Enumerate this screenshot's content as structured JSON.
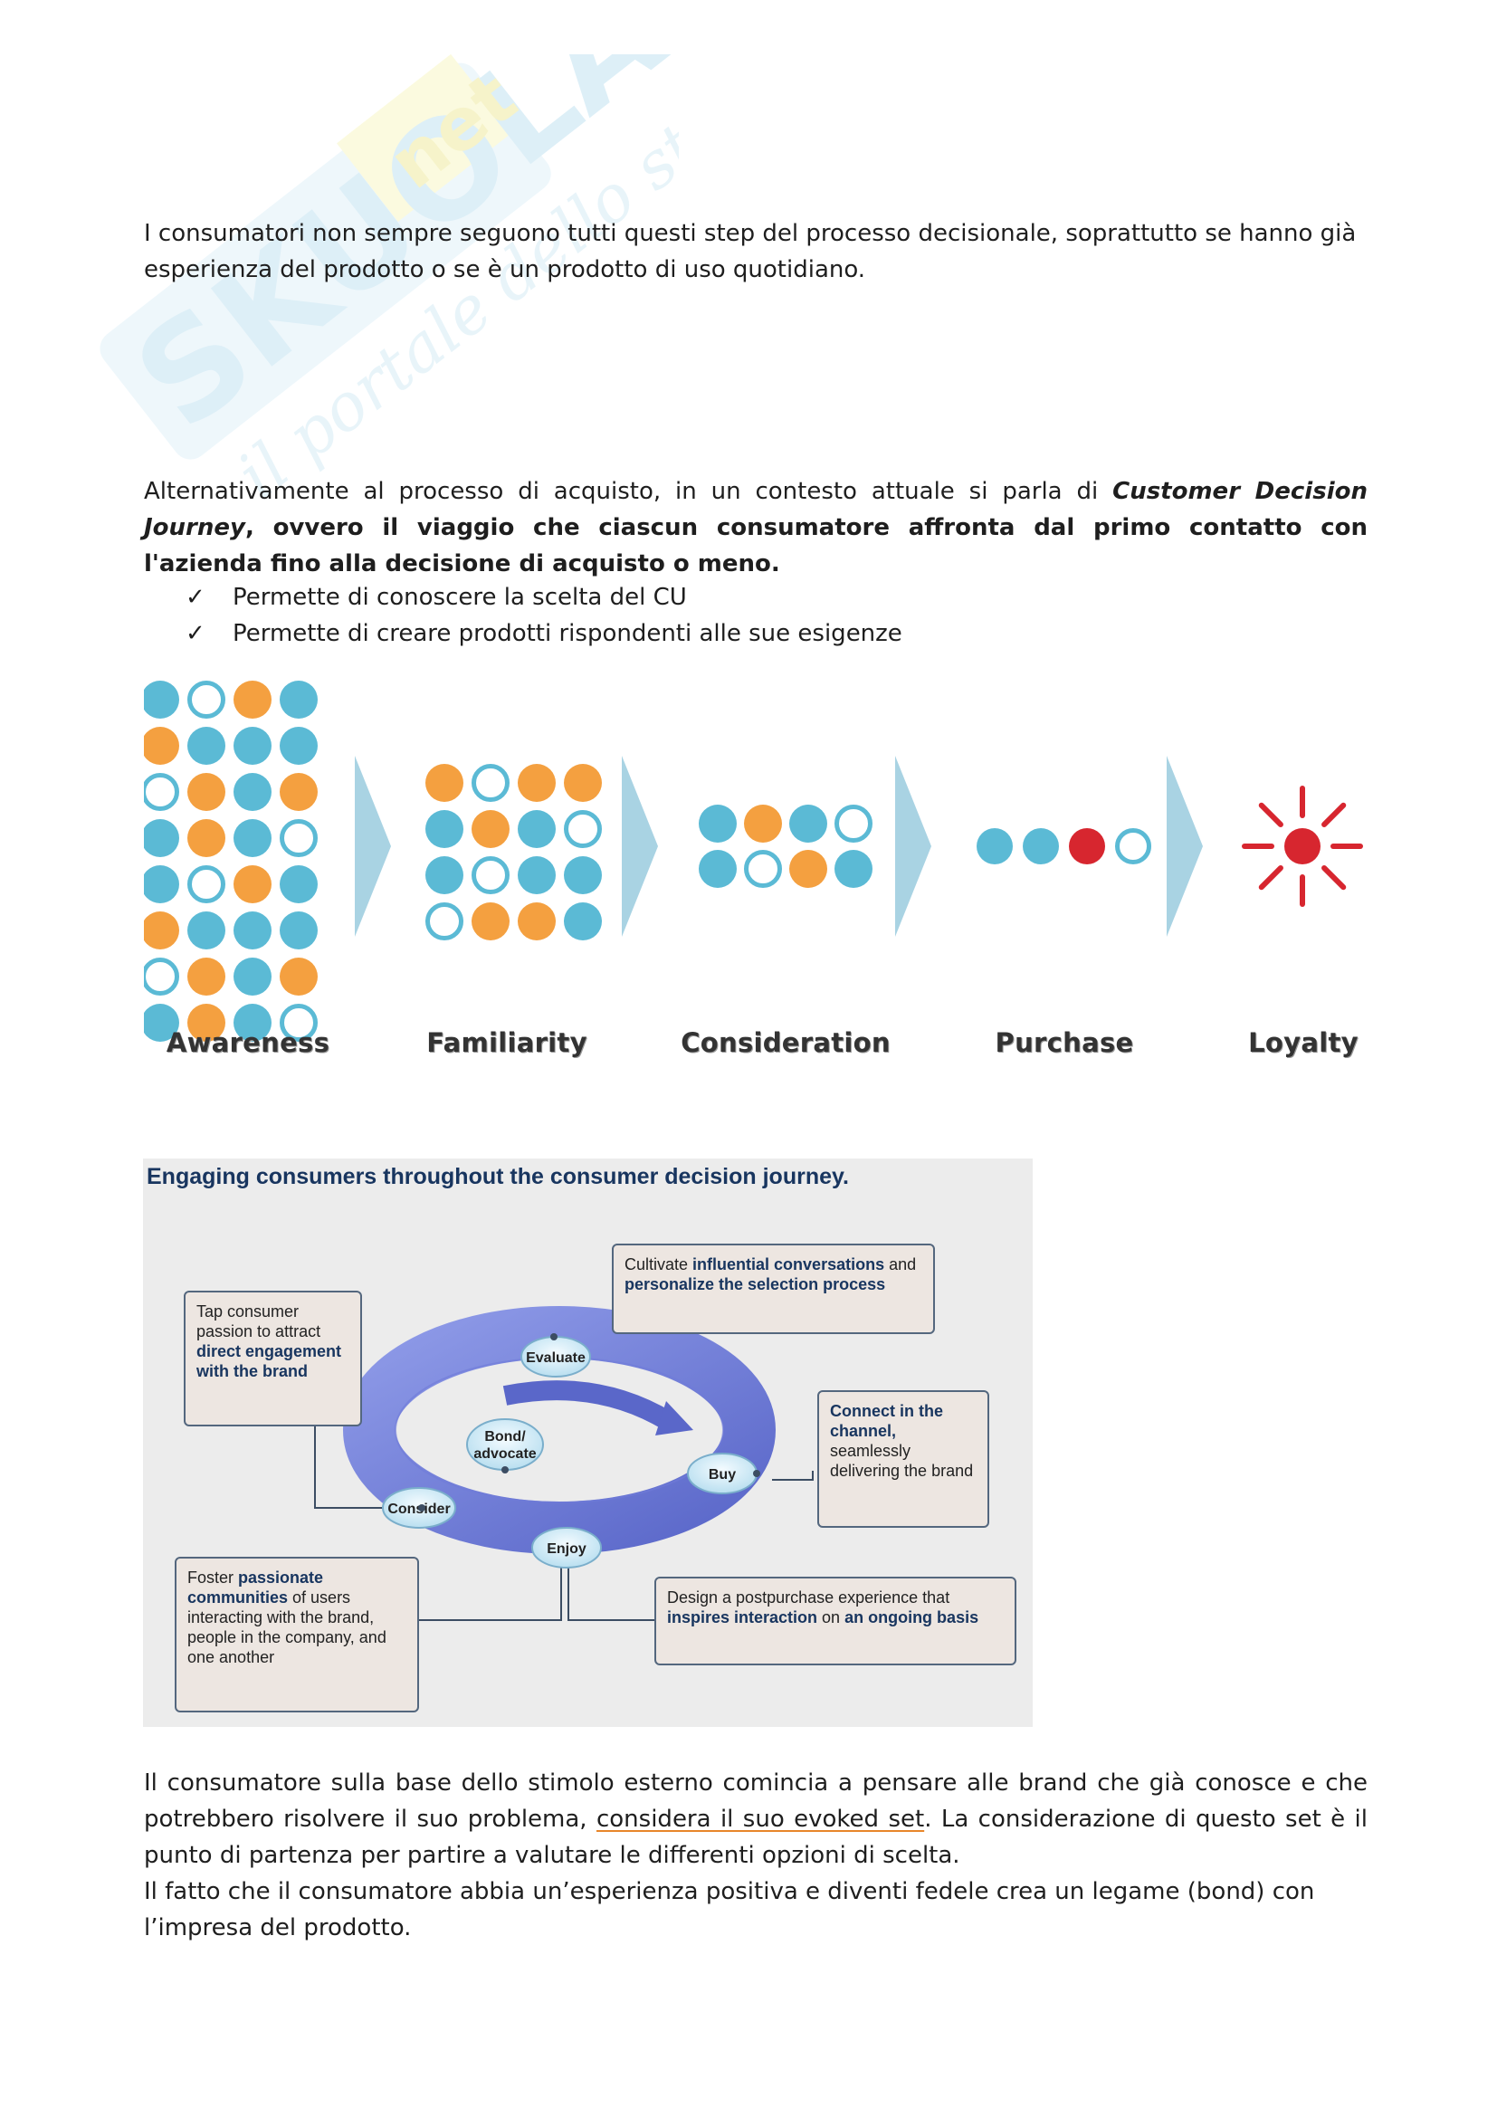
{
  "watermark": {
    "brand": "SKUOLA.net",
    "tagline": "il portale dello studente"
  },
  "paragraph1": "I consumatori non sempre seguono tutti questi step del processo decisionale, soprattutto se hanno già esperienza del prodotto o se è un prodotto di uso quotidiano.",
  "paragraph2": {
    "intro": "Alternativamente al processo di acquisto, in un contesto attuale si parla di ",
    "term": "Customer Decision Journey",
    "rest": ", ovvero il viaggio che ciascun consumatore affronta dal primo contatto con l'azienda fino alla decisione di acquisto o meno."
  },
  "bullets": [
    "Permette di conoscere la scelta del CU",
    "Permette di creare prodotti rispondenti alle sue esigenze"
  ],
  "funnel": {
    "stages": [
      "Awareness",
      "Familiarity",
      "Consideration",
      "Purchase",
      "Loyalty"
    ],
    "colors": {
      "blue": "#5bbad5",
      "orange": "#f4a040",
      "red": "#d7262f",
      "arrow": "#a9d3e3"
    }
  },
  "cdj": {
    "title": "Engaging consumers throughout the consumer decision journey.",
    "nodes": {
      "evaluate": "Evaluate",
      "buy": "Buy",
      "enjoy": "Enjoy",
      "consider": "Consider",
      "bond_line1": "Bond/",
      "bond_line2": "advocate"
    },
    "box_consider": {
      "pre": "Tap consumer passion to attract ",
      "bold": "direct engagement with the brand",
      "post": ""
    },
    "box_evaluate": {
      "pre": "Cultivate ",
      "bold1": "influential conversations",
      "mid": " and ",
      "bold2": "personalize the selection process",
      "post": ""
    },
    "box_buy": {
      "pre": "",
      "bold": "Connect in the channel,",
      "post": " seamlessly delivering the brand"
    },
    "box_bond": {
      "pre": "Foster ",
      "bold": "passionate communities",
      "post": " of users interacting with the brand, people in the company, and one another"
    },
    "box_enjoy": {
      "pre": "Design a postpurchase experience that ",
      "bold1": "inspires interaction",
      "mid": " on ",
      "bold2": "an ongoing basis",
      "post": ""
    }
  },
  "paragraph3": {
    "pre": "Il consumatore sulla base dello stimolo esterno comincia a pensare alle brand che già conosce e che potrebbero risolvere il suo problema, ",
    "underlined": "considera il suo evoked set",
    "post": ". La considerazione di questo set è il punto di partenza per partire a valutare le differenti opzioni di scelta."
  },
  "paragraph4": "Il fatto che il consumatore abbia un’esperienza positiva e diventi fedele crea un legame (bond) con l’impresa del prodotto."
}
